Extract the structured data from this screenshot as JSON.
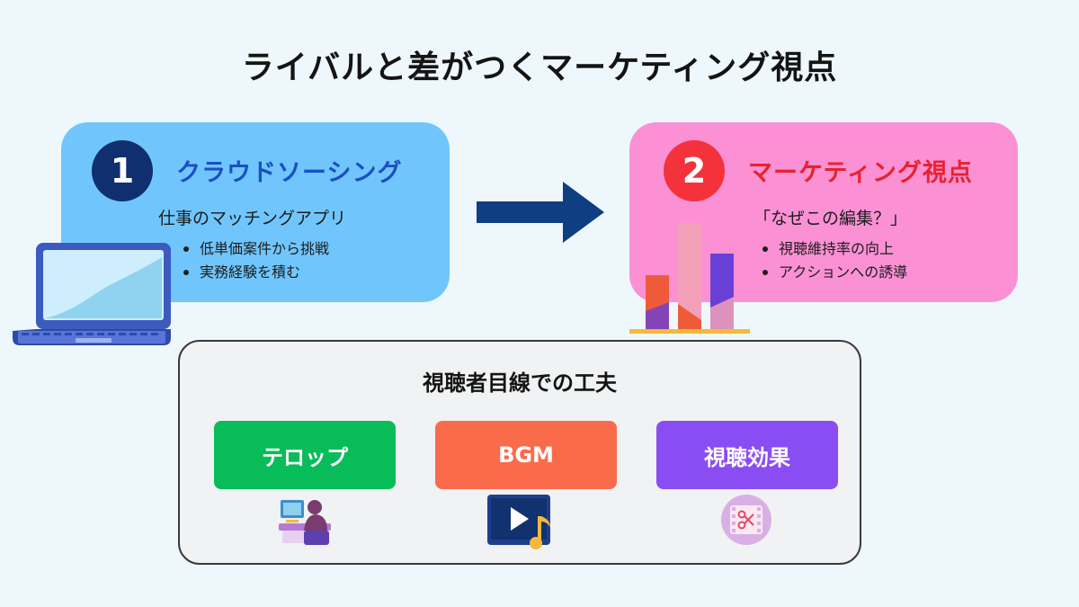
{
  "title": "ライバルと差がつくマーケティング視点",
  "card1": {
    "number": "1",
    "heading": "クラウドソーシング",
    "subtitle": "仕事のマッチングアプリ",
    "bullets": [
      "低単価案件から挑戦",
      "実務経験を積む"
    ]
  },
  "card2": {
    "number": "2",
    "heading": "マーケティング視点",
    "subtitle": "「なぜこの編集？」",
    "bullets": [
      "視聴維持率の向上",
      "アクションへの誘導"
    ]
  },
  "bottom": {
    "title": "視聴者目線での工夫",
    "items": [
      {
        "label": "テロップ",
        "color": "#08bc5a",
        "icon": "editor-person-icon"
      },
      {
        "label": "BGM",
        "color": "#fa6b4c",
        "icon": "music-player-icon"
      },
      {
        "label": "視聴効果",
        "color": "#8a4df3",
        "icon": "video-cut-icon"
      }
    ]
  },
  "colors": {
    "background": "#eef8fc",
    "card1_bg": "#70c6fc",
    "card1_accent": "#1b4fc4",
    "card2_bg": "#fb91d4",
    "card2_accent": "#e8222f",
    "arrow": "#0f3e82"
  },
  "icons": [
    "laptop-icon",
    "arrow-right-icon",
    "bar-chart-icon"
  ]
}
